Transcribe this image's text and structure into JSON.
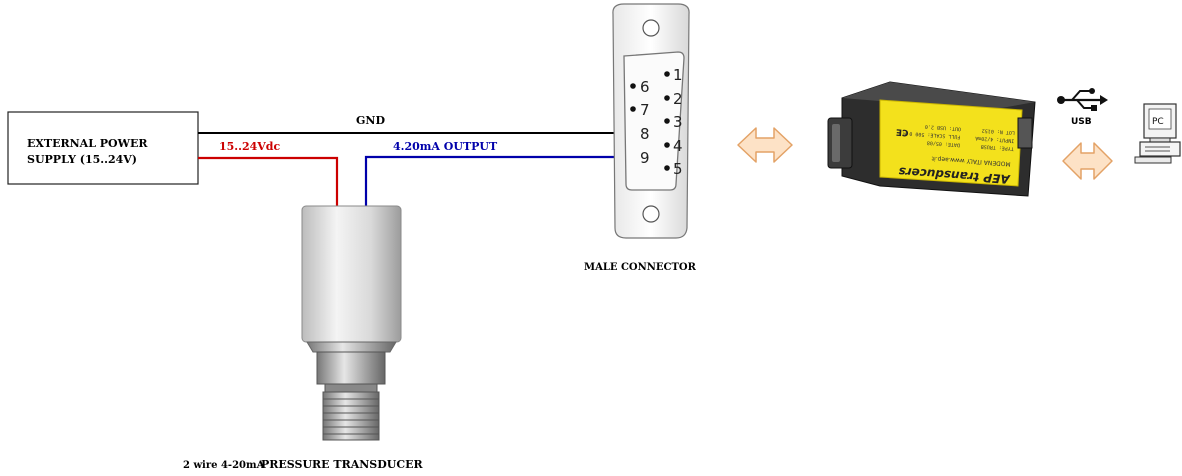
{
  "power_supply": {
    "line1": "EXTERNAL POWER",
    "line2": "SUPPLY (15..24V)"
  },
  "wires": {
    "gnd": "GND",
    "supply": "15..24Vdc",
    "output": "4.20mA  OUTPUT"
  },
  "connector": {
    "label": "MALE CONNECTOR",
    "pins_left": [
      "6",
      "7",
      "8",
      "9"
    ],
    "pins_right": [
      "1",
      "2",
      "3",
      "4",
      "5"
    ]
  },
  "transducer": {
    "label_small": "2 wire 4-20mA",
    "label_main": "PRESSURE TRANSDUCER"
  },
  "adapter": {
    "brand": "AEP transducers",
    "tagline": "MODENA ITALY www.aep.it",
    "text_lines": [
      "TYPE: TRUSB",
      "INPUT: 4/20mA",
      "LOT N: 0152",
      "DATE: 05/08",
      "FULL SCALE: 500 0 M",
      "OUT: USB 2.0"
    ],
    "marks": "CE"
  },
  "usb": {
    "label": "USB"
  },
  "pc": {
    "label": "PC"
  },
  "colors": {
    "supply_wire": "#cc0000",
    "output_wire": "#0000aa",
    "gnd_wire": "#000000",
    "arrow_fill": "#fde2c6",
    "arrow_stroke": "#e3a266",
    "adapter_yellow": "#f3e11c"
  }
}
